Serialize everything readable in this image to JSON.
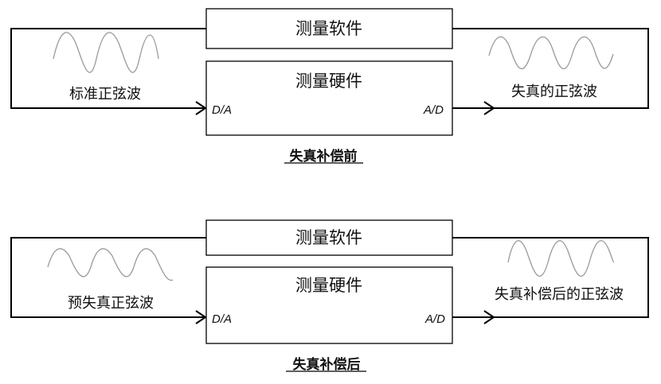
{
  "top": {
    "software_label": "测量软件",
    "hardware_label": "测量硬件",
    "da_label": "D/A",
    "ad_label": "A/D",
    "input_wave_label": "标准正弦波",
    "output_wave_label": "失真的正弦波",
    "caption": "失真补偿前"
  },
  "bottom": {
    "software_label": "测量软件",
    "hardware_label": "测量硬件",
    "da_label": "D/A",
    "ad_label": "A/D",
    "input_wave_label": "预失真正弦波",
    "output_wave_label": "失真补偿后的正弦波",
    "caption": "失真补偿后"
  },
  "colors": {
    "line": "#000000",
    "wave": "#9a9a9a"
  }
}
